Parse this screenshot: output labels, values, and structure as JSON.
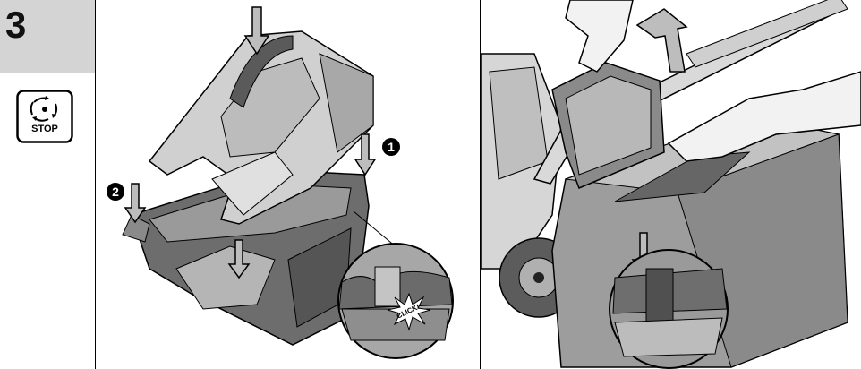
{
  "sidebar": {
    "step_number": "3",
    "stop_label": "STOP",
    "stop_icon": "rotating-blade-stop-icon"
  },
  "panel_left": {
    "callout_1": "1",
    "callout_2": "2",
    "click_label": "CLICK!"
  },
  "colors": {
    "step_box": "#d4d4d4",
    "line": "#000000",
    "part_dark": "#5a5a5a",
    "part_mid": "#8c8c8c",
    "part_light": "#c9c9c9",
    "arrow_fill": "#bdbdbd"
  }
}
